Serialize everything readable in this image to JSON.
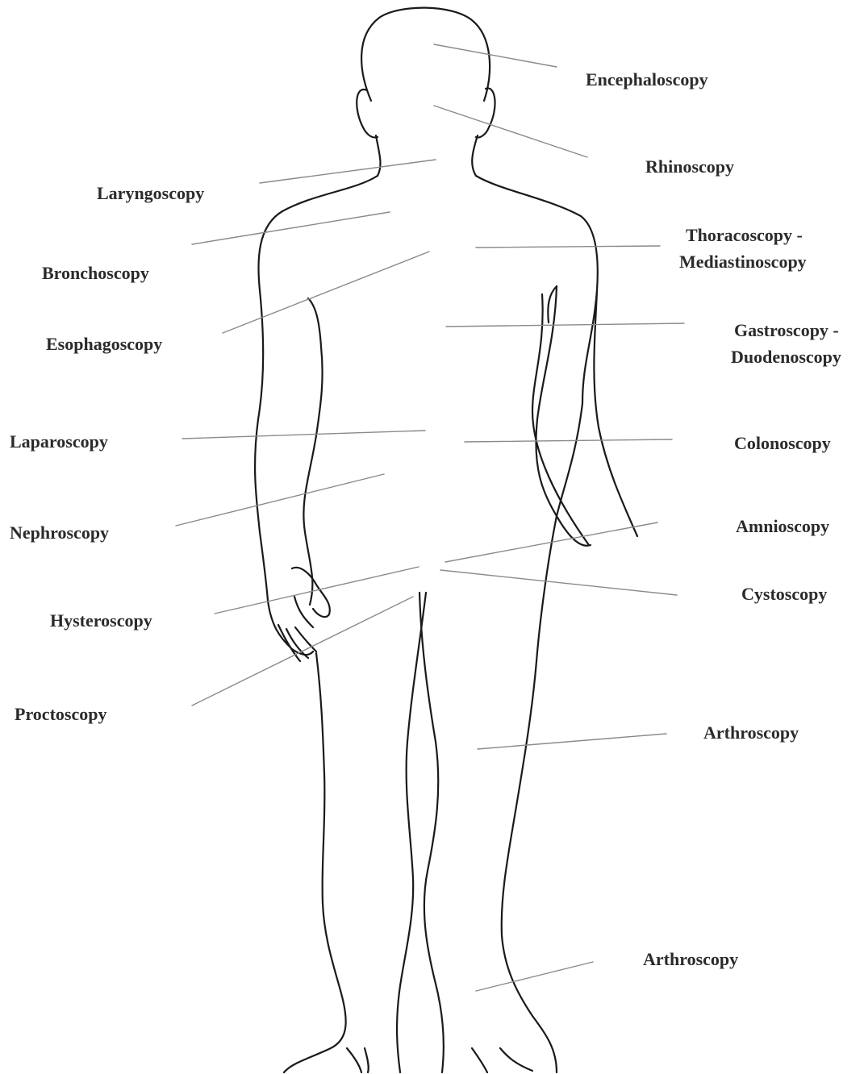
{
  "labels": {
    "encephaloscopy": "Encephaloscopy",
    "rhinoscopy": "Rhinoscopy",
    "laryngoscopy": "Laryngoscopy",
    "bronchoscopy": "Bronchoscopy",
    "thoracoscopy_line1": "Thoracoscopy -",
    "thoracoscopy_line2": "Mediastinoscopy",
    "esophagoscopy": "Esophagoscopy",
    "gastroscopy_line1": "Gastroscopy -",
    "gastroscopy_line2": "Duodenoscopy",
    "laparoscopy": "Laparoscopy",
    "colonoscopy": "Colonoscopy",
    "nephroscopy": "Nephroscopy",
    "amnioscopy": "Amnioscopy",
    "hysteroscopy": "Hysteroscopy",
    "cystoscopy": "Cystoscopy",
    "proctoscopy": "Proctoscopy",
    "arthroscopy_knee": "Arthroscopy",
    "arthroscopy_ankle": "Arthroscopy"
  },
  "colors": {
    "outline": "#1a1a1a",
    "leader": "#8a8a8a",
    "text": "#2b2b2b"
  }
}
